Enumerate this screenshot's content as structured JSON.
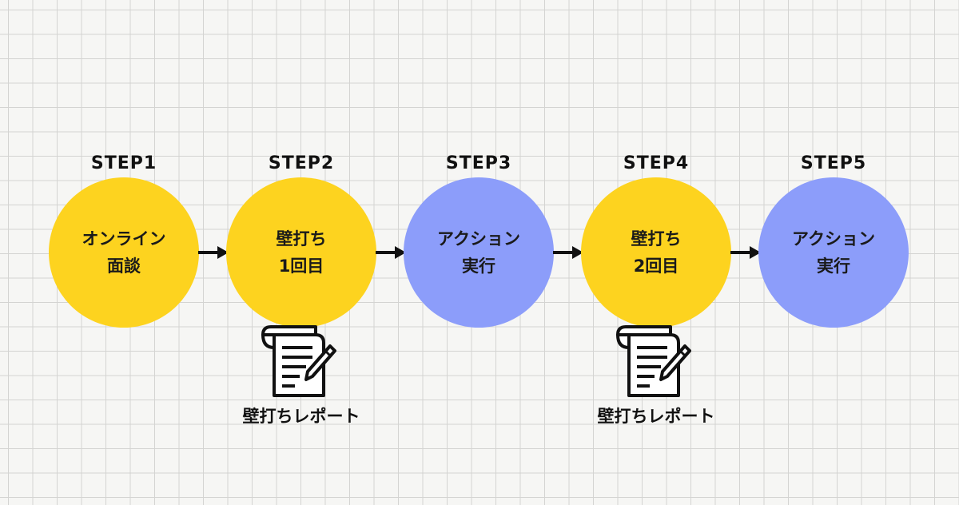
{
  "colors": {
    "yellow": "#fdd31f",
    "blue": "#8c9dfa",
    "ink": "#111111"
  },
  "steps": [
    {
      "label": "STEP1",
      "line1": "オンライン",
      "line2": "面談",
      "color": "yellow"
    },
    {
      "label": "STEP2",
      "line1": "壁打ち",
      "line2": "1回目",
      "color": "yellow"
    },
    {
      "label": "STEP3",
      "line1": "アクション",
      "line2": "実行",
      "color": "blue"
    },
    {
      "label": "STEP4",
      "line1": "壁打ち",
      "line2": "2回目",
      "color": "yellow"
    },
    {
      "label": "STEP5",
      "line1": "アクション",
      "line2": "実行",
      "color": "blue"
    }
  ],
  "reports": [
    {
      "label": "壁打ちレポート",
      "icon": "document-pen-icon"
    },
    {
      "label": "壁打ちレポート",
      "icon": "document-pen-icon"
    }
  ]
}
